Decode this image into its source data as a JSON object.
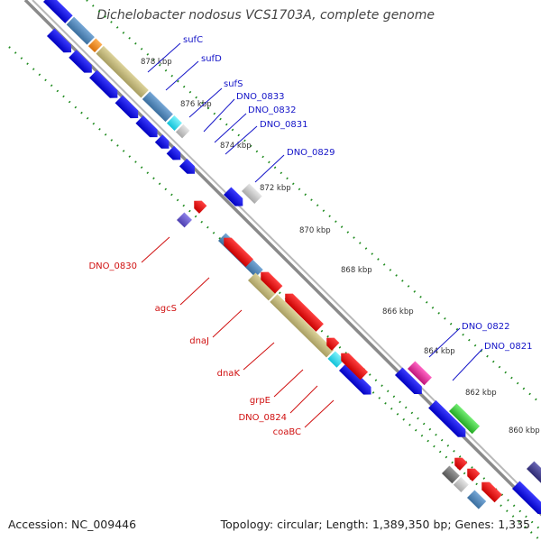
{
  "title": "Dichelobacter nodosus VCS1703A, complete genome",
  "footer": {
    "accession": "Accession: NC_009446",
    "topology": "Topology: circular; Length: 1,389,350 bp; Genes: 1,335"
  },
  "ticks": [
    "878 kbp",
    "876 kbp",
    "874 kbp",
    "872 kbp",
    "870 kbp",
    "868 kbp",
    "866 kbp",
    "864 kbp",
    "862 kbp",
    "860 kbp"
  ],
  "gene_labels": [
    "sufC",
    "sufD",
    "sufS",
    "DNO_0833",
    "DNO_0832",
    "DNO_0831",
    "DNO_0829",
    "DNO_0822",
    "DNO_0821",
    "DNO_0830",
    "agcS",
    "dnaJ",
    "dnaK",
    "grpE",
    "DNO_0824",
    "coaBC"
  ],
  "colors": {
    "forward_gene": "#0a0ae0",
    "reverse_gene": "#e01010",
    "label_blue": "#1414c8",
    "label_red": "#d01010",
    "khaki": "#bdb47a",
    "steel_blue": "#4f86b8",
    "cyan": "#19d9ee",
    "orange": "#f08a1c",
    "grey": "#bdbdbd",
    "dark_grey": "#6e6e6e",
    "magenta": "#e8299a",
    "green": "#33c833",
    "purple": "#6a5acd",
    "backbone": "#8a8a8a",
    "dots": "#1d8a1d"
  }
}
